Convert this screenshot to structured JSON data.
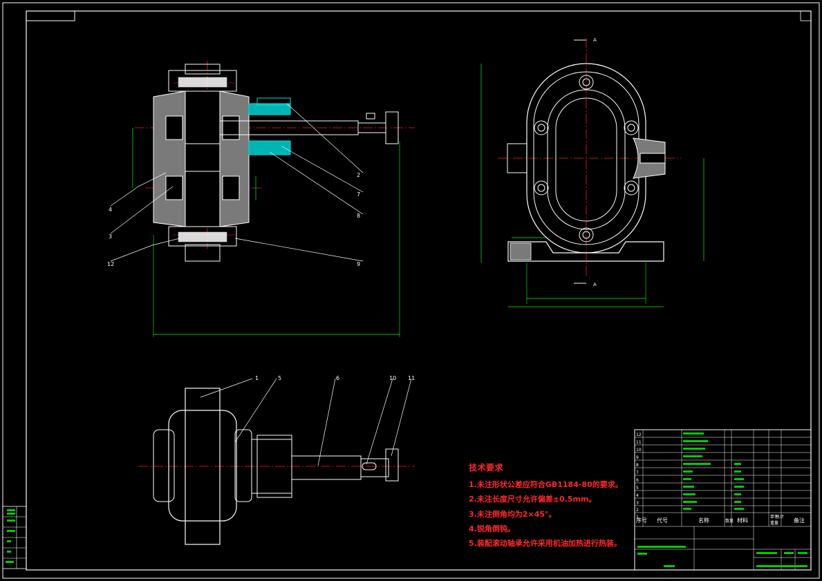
{
  "drawing": {
    "colors": {
      "background": "#000000",
      "outline": "#ffffff",
      "dimension": "#00ff00",
      "centerline": "#ff2020",
      "hatch": "#ffffff",
      "cyan_part": "#00c8c8",
      "text_red": "#ff2a2a"
    },
    "section_marker": "A",
    "balloons": [
      "1",
      "5",
      "6",
      "10",
      "11",
      "2",
      "7",
      "8",
      "4",
      "3",
      "12",
      "9"
    ],
    "tech_requirements": {
      "title": "技术要求",
      "items": [
        "1.未注形状公差应符合GB1184-80的要求。",
        "2.未注长度尺寸允许偏差±0.5mm。",
        "3.未注倒角均为2×45°。",
        "4.锐角倒钝。",
        "5.装配滚动轴承允许采用机油加热进行热装。"
      ]
    },
    "title_block": {
      "header": {
        "seq": "序号",
        "code": "代号",
        "name": "名称",
        "qty": "数量",
        "material": "材料",
        "unit_weight": "单件",
        "total_weight": "总计",
        "weight": "重量",
        "remark": "备注"
      },
      "row_numbers": [
        "12",
        "11",
        "10",
        "9",
        "8",
        "7",
        "6",
        "5",
        "4",
        "3",
        "2",
        "1"
      ]
    }
  }
}
